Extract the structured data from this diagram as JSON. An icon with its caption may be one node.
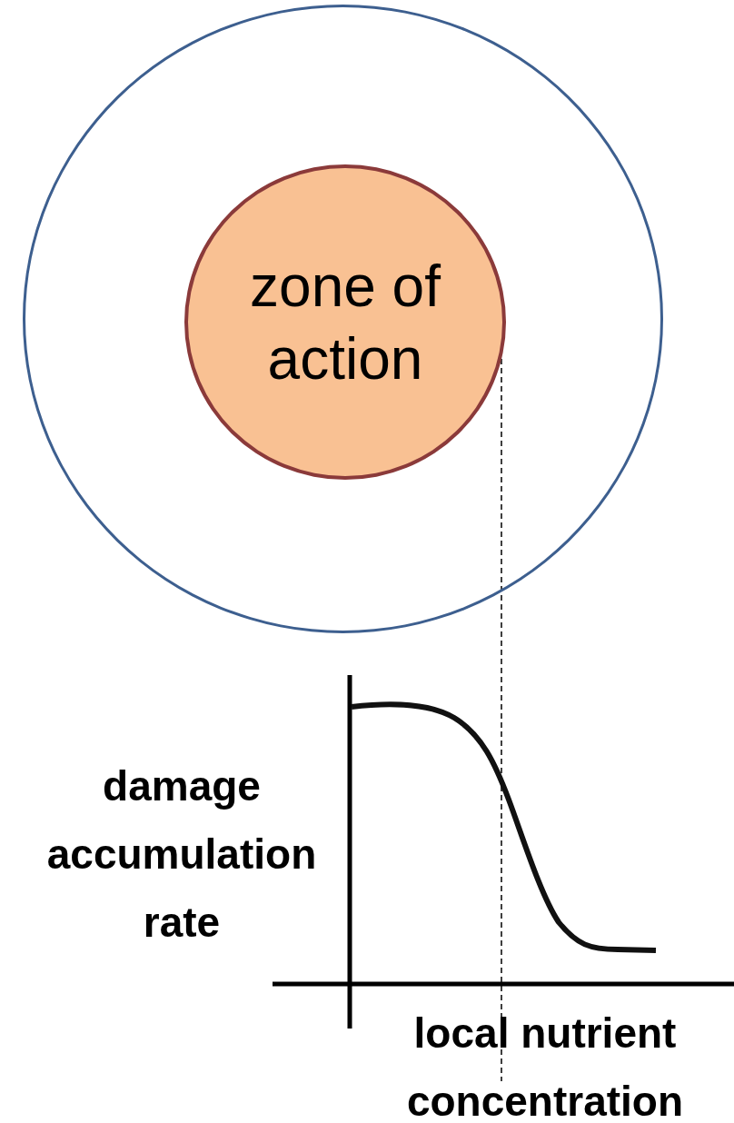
{
  "diagram": {
    "nodes": [
      {
        "text": [],
        "shape": "circle"
      },
      {
        "text": [
          "zone of action"
        ],
        "in": 0
      }
    ],
    "labels": [
      "damage accumulation rate",
      "local nutrient concentration"
    ]
  }
}
